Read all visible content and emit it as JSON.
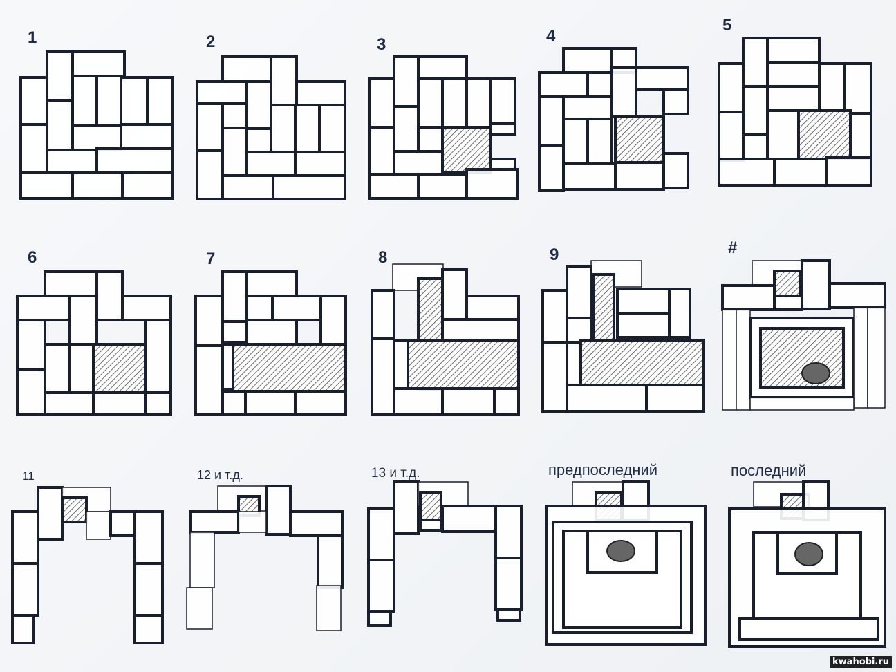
{
  "panels": [
    {
      "label": "1"
    },
    {
      "label": "2"
    },
    {
      "label": "3"
    },
    {
      "label": "4"
    },
    {
      "label": "5"
    },
    {
      "label": "6"
    },
    {
      "label": "7"
    },
    {
      "label": "8"
    },
    {
      "label": "9"
    },
    {
      "label": "#"
    },
    {
      "label": "11"
    },
    {
      "label": "12 и т.д."
    },
    {
      "label": "13 и т.д."
    },
    {
      "label": "предпоследний"
    },
    {
      "label": "последний"
    }
  ],
  "watermark": "kwahobi.ru",
  "colors": {
    "line": "#1a1f2e",
    "hatch": "#555",
    "circle": "#666"
  }
}
